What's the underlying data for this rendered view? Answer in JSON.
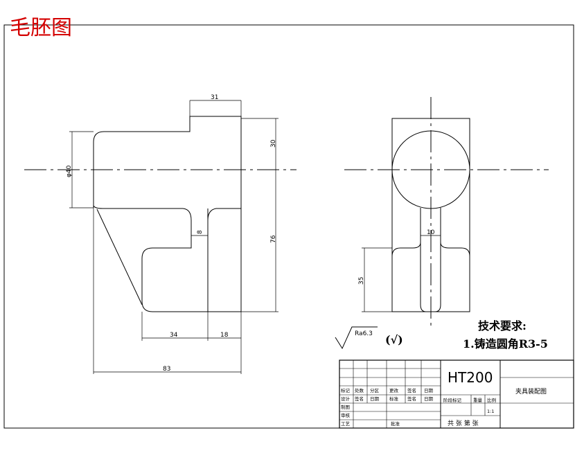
{
  "page_title": "毛胚图",
  "dimensions": {
    "top_width": "31",
    "left_height": "30",
    "diameter": "φ40",
    "slot_width": "8",
    "right_height": "76",
    "bottom_left": "34",
    "bottom_right": "18",
    "overall_width": "83",
    "side_slot_width": "10",
    "side_height": "35"
  },
  "surface_finish": {
    "roughness": "Ra6.3",
    "mark": "(√)"
  },
  "tech_requirements": {
    "heading": "技术要求:",
    "item_1": "1.铸造圆角R3-5"
  },
  "title_block": {
    "material": "HT200",
    "drawing_name": "夹具装配图",
    "row_labels_1": [
      "标记",
      "处数",
      "分区",
      "更改",
      "签名",
      "日期"
    ],
    "row_labels_2": [
      "设计",
      "签名",
      "日期",
      "标准",
      "签名",
      "日期"
    ],
    "stage_mark": "阶段标记",
    "weight": "重量",
    "scale_label": "比例",
    "scale_value": "1:1",
    "check_1": "制图",
    "check_2": "审核",
    "craft": "工艺",
    "approve": "批准",
    "sheet_info": "共 张 第 张"
  }
}
